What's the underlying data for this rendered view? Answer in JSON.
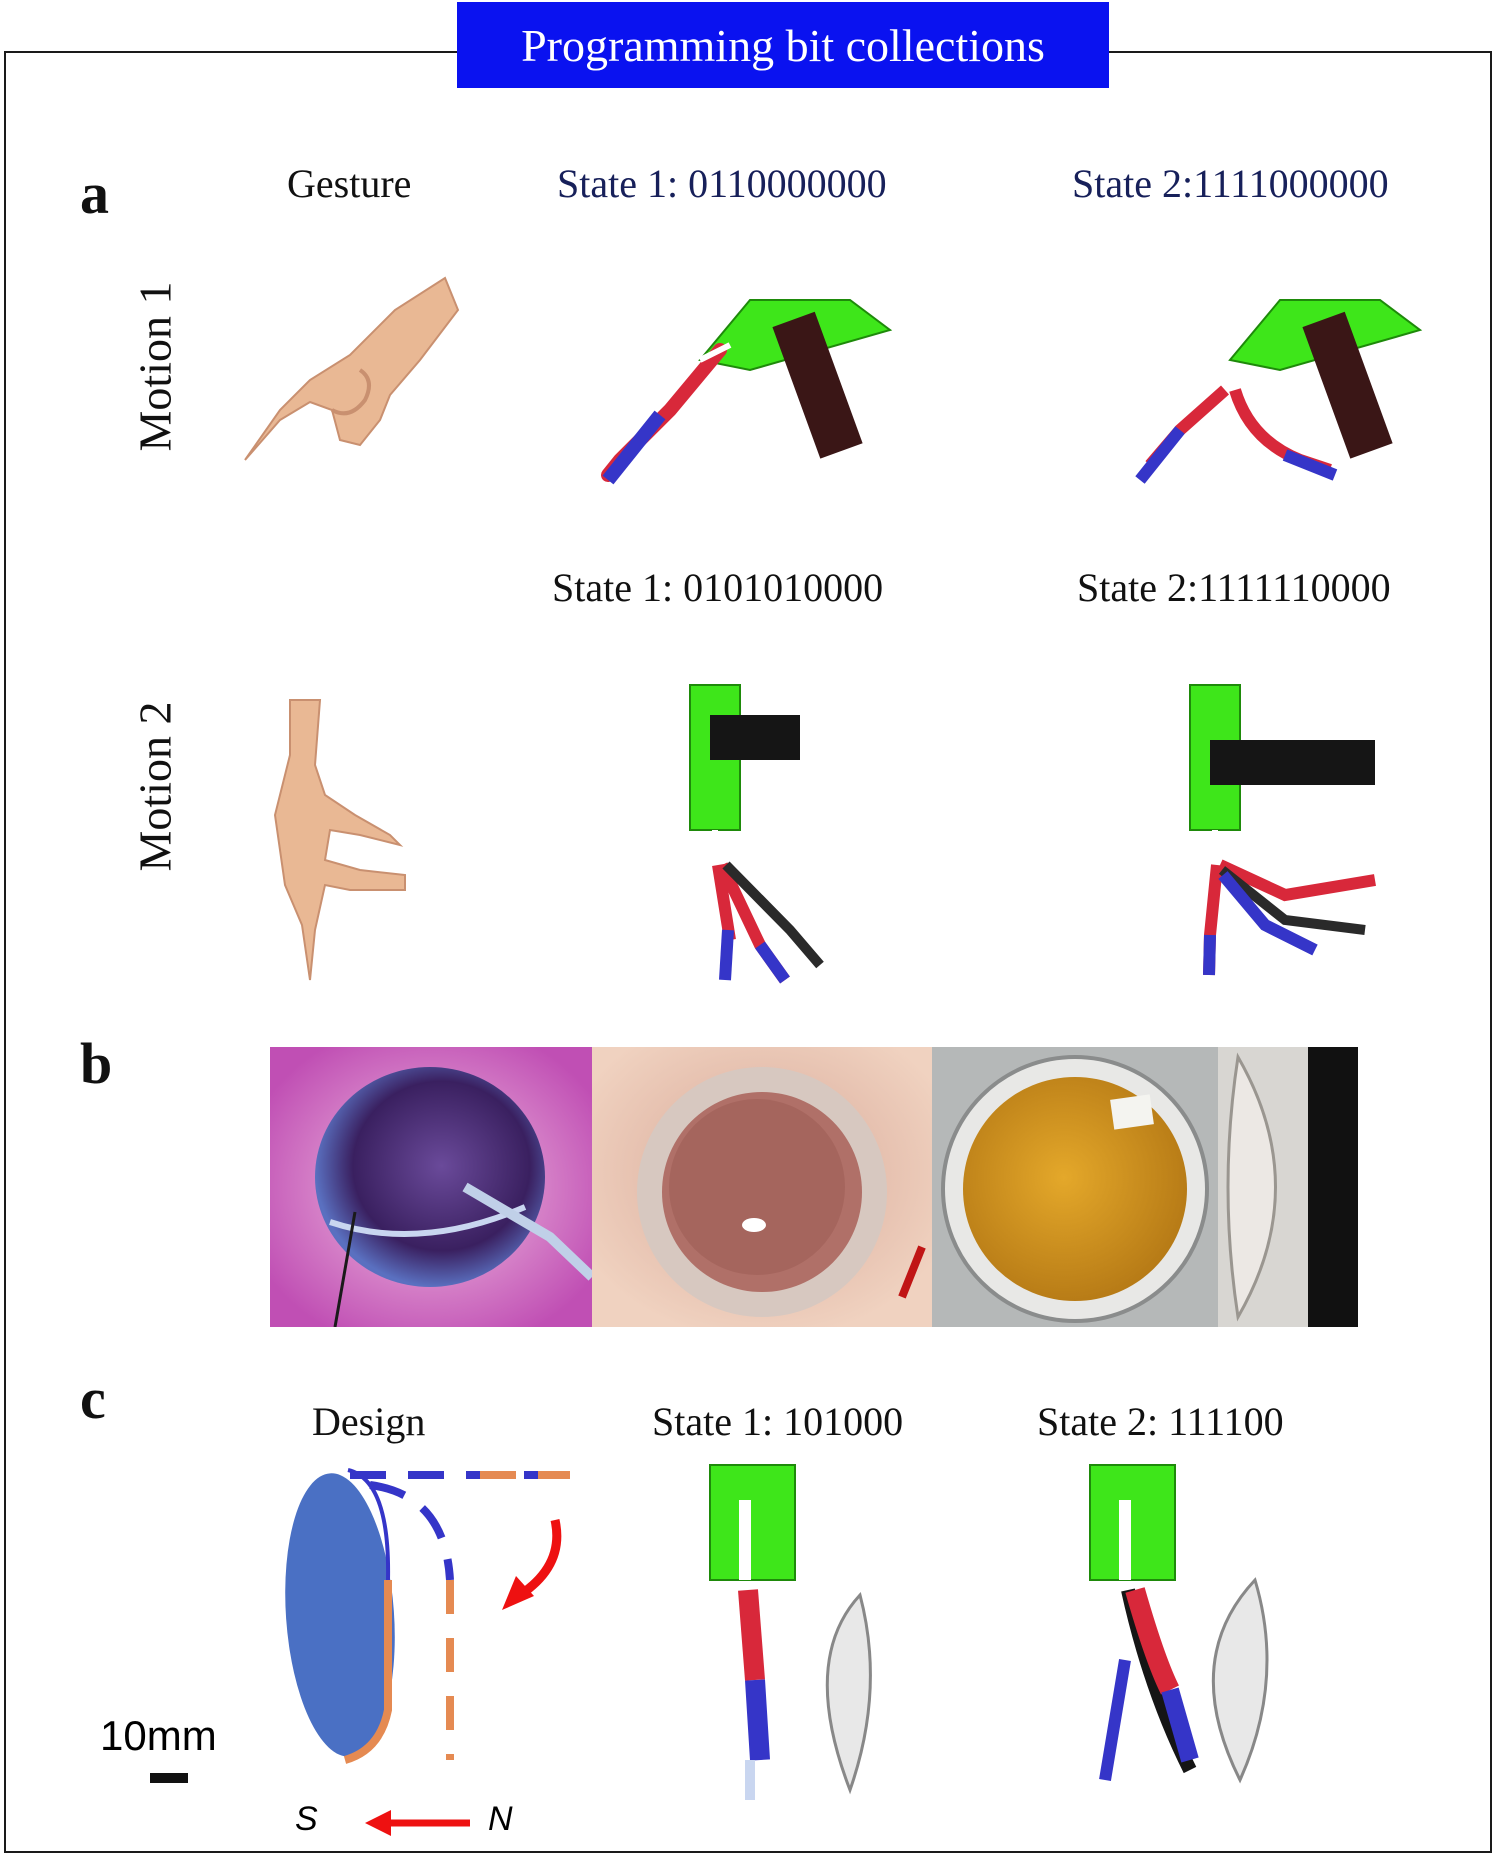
{
  "title": "Programming bit collections",
  "panel_a": {
    "label": "a",
    "col_gesture": "Gesture",
    "motion1": {
      "label": "Motion 1",
      "state1": "State 1: 0110000000",
      "state2": "State 2:1111000000"
    },
    "motion2": {
      "label": "Motion 2",
      "state1": "State 1: 0101010000",
      "state2": "State 2:1111110000"
    }
  },
  "panel_b": {
    "label": "b"
  },
  "panel_c": {
    "label": "c",
    "design": "Design",
    "state1": "State 1: 101000",
    "state2": "State 2: 111100",
    "scale": "10mm",
    "pole_s": "S",
    "pole_n": "N"
  },
  "colors": {
    "banner": "#0a12f0",
    "base_green": "#3ee61a",
    "segment_red": "#d8283a",
    "segment_blue": "#3535c8",
    "design_blue": "#4a70c4",
    "design_orange": "#e58a52",
    "arrow_red": "#ee1111"
  }
}
